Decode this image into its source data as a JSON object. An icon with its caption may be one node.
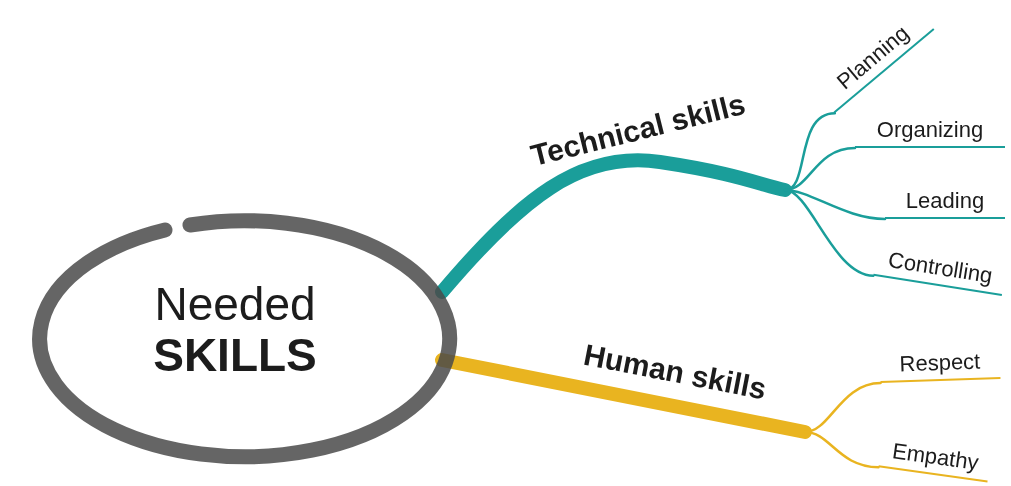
{
  "diagram": {
    "nodes": [
      {
        "text": [
          "Needed",
          "SKILLS"
        ]
      },
      {
        "text": [
          "Technical skills"
        ]
      },
      {
        "text": [
          "Planning"
        ]
      },
      {
        "text": [
          "Organizing"
        ]
      },
      {
        "text": [
          "Leading"
        ]
      },
      {
        "text": [
          "Controlling"
        ]
      },
      {
        "text": [
          "Human skills"
        ]
      },
      {
        "text": [
          "Respect"
        ]
      },
      {
        "text": [
          "Empathy"
        ]
      }
    ],
    "edges": [
      {
        "from": 0,
        "to": 1,
        "arrow": "none",
        "style": "thick"
      },
      {
        "from": 1,
        "to": 2,
        "arrow": "none"
      },
      {
        "from": 1,
        "to": 3,
        "arrow": "none"
      },
      {
        "from": 1,
        "to": 4,
        "arrow": "none"
      },
      {
        "from": 1,
        "to": 5,
        "arrow": "none"
      },
      {
        "from": 0,
        "to": 6,
        "arrow": "none",
        "style": "thick",
        "color": "#e9b420"
      },
      {
        "from": 6,
        "to": 7,
        "arrow": "none",
        "color": "#e9b420"
      },
      {
        "from": 6,
        "to": 8,
        "arrow": "none",
        "color": "#e9b420"
      }
    ]
  }
}
